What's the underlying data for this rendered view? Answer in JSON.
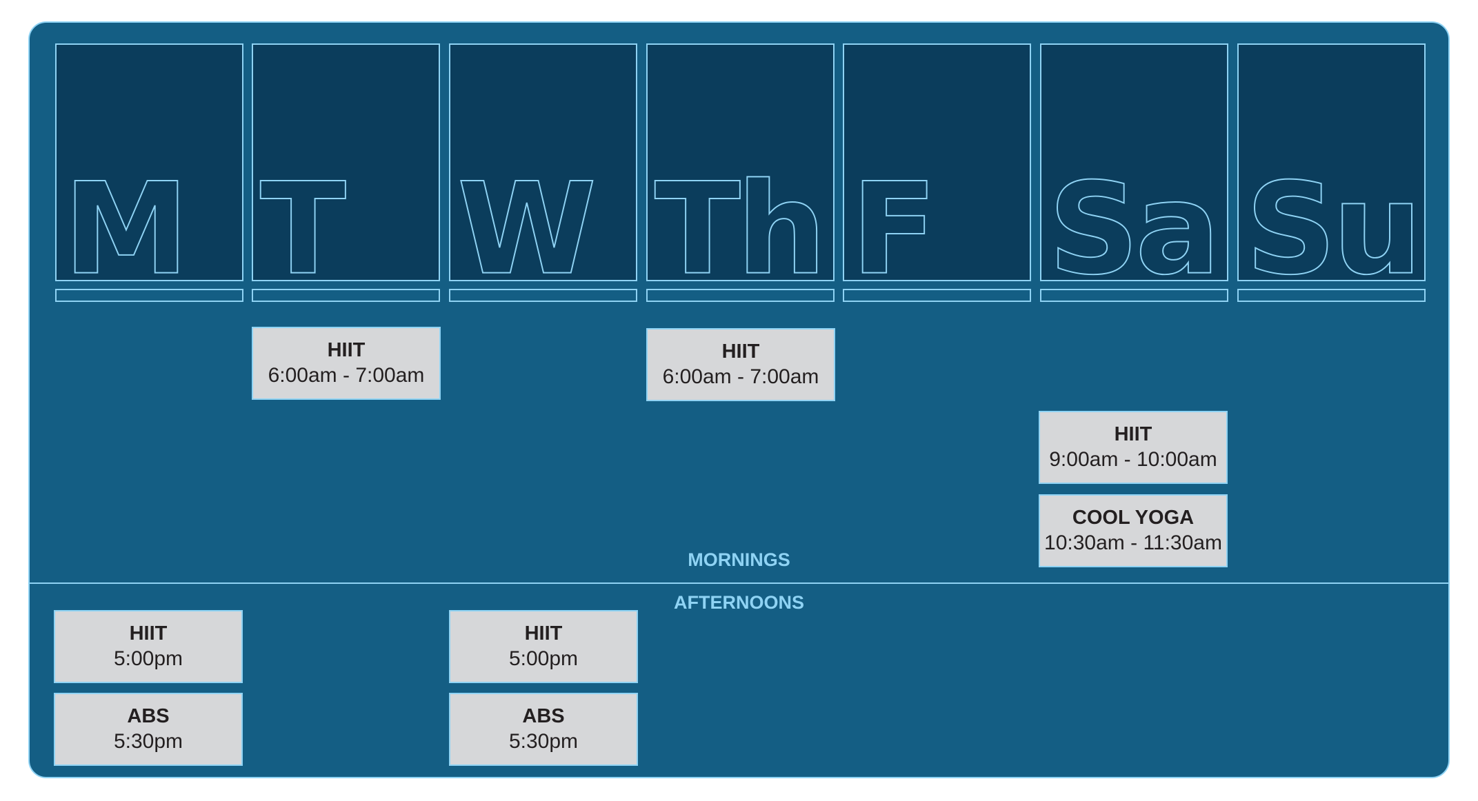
{
  "days": [
    "M",
    "T",
    "W",
    "Th",
    "F",
    "Sa",
    "Su"
  ],
  "sections": {
    "mornings": "MORNINGS",
    "afternoons": "AFTERNOONS"
  },
  "classes": {
    "tue_hiit": {
      "name": "HIIT",
      "time": "6:00am - 7:00am"
    },
    "thu_hiit": {
      "name": "HIIT",
      "time": "6:00am - 7:00am"
    },
    "sat_hiit": {
      "name": "HIIT",
      "time": "9:00am - 10:00am"
    },
    "sat_yoga": {
      "name": "COOL YOGA",
      "time": "10:30am - 11:30am"
    },
    "mon_hiit": {
      "name": "HIIT",
      "time": "5:00pm"
    },
    "mon_abs": {
      "name": "ABS",
      "time": "5:30pm"
    },
    "wed_hiit": {
      "name": "HIIT",
      "time": "5:00pm"
    },
    "wed_abs": {
      "name": "ABS",
      "time": "5:30pm"
    }
  },
  "colors": {
    "panel": "#145e84",
    "day_box": "#0b3d5c",
    "outline": "#8fd3f4",
    "card": "#d6d7d9",
    "card_text": "#231f20"
  }
}
